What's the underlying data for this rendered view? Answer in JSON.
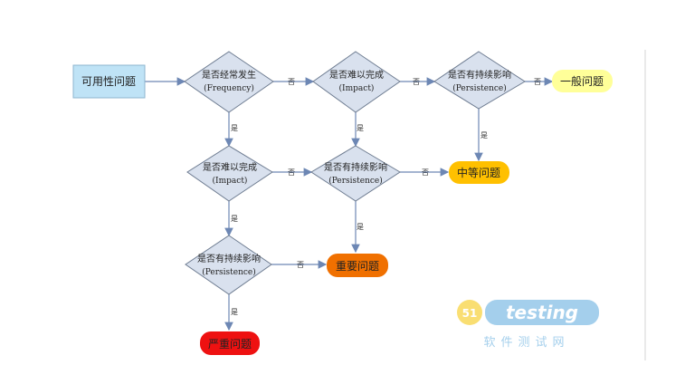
{
  "start": {
    "label": "可用性问题"
  },
  "decisions": {
    "d1": {
      "question": "是否经常发生",
      "term": "(Frequency)"
    },
    "d2": {
      "question": "是否难以完成",
      "term": "(Impact)"
    },
    "d3": {
      "question": "是否有持续影响",
      "term": "(Persistence)"
    },
    "d4": {
      "question": "是否难以完成",
      "term": "(Impact)"
    },
    "d5": {
      "question": "是否有持续影响",
      "term": "(Persistence)"
    },
    "d6": {
      "question": "是否有持续影响",
      "term": "(Persistence)"
    }
  },
  "outcomes": {
    "general": {
      "label": "一般问题",
      "color": "#ffff99"
    },
    "medium": {
      "label": "中等问题",
      "color": "#ffc000"
    },
    "important": {
      "label": "重要问题",
      "color": "#f07000"
    },
    "severe": {
      "label": "严重问题",
      "color": "#ee1111"
    }
  },
  "edge_labels": {
    "yes": "是",
    "no": "否"
  },
  "watermark": {
    "badge": "51",
    "brand": "testing",
    "subtitle": "软件测试网"
  },
  "colors": {
    "start_fill": "#bfe3f6",
    "decision_fill": "#d9e1ee",
    "decision_stroke": "#6e7c91",
    "arrow": "#6d87b4"
  }
}
